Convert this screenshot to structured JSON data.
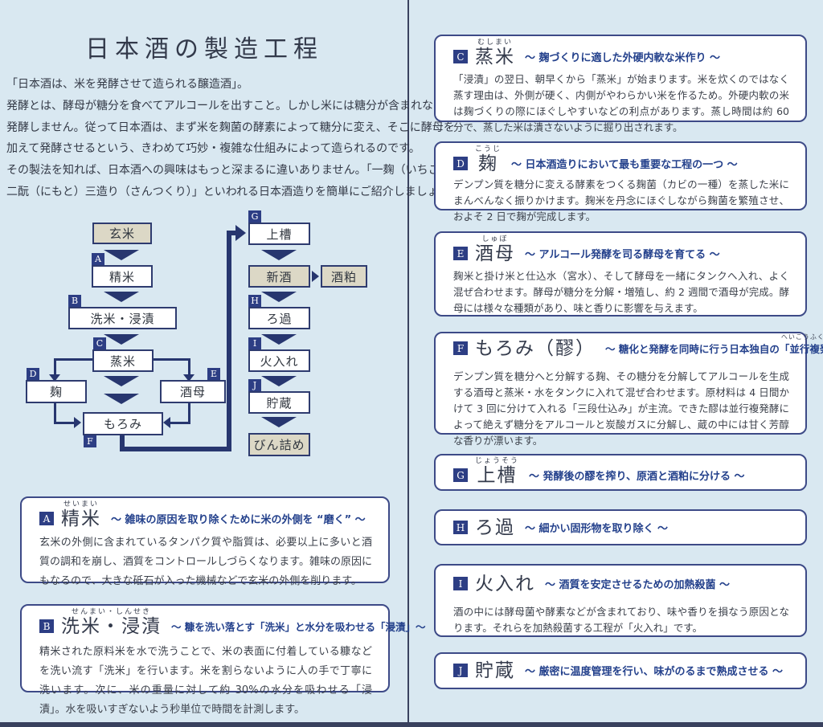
{
  "colors": {
    "background": "#d9e8f1",
    "flow_navy": "#27366f",
    "badge_navy": "#2d3e84",
    "beige_box": "#dcd8c6",
    "card_border": "#3d4a87",
    "subtitle_blue": "#24418c"
  },
  "title": "日本酒の製造工程",
  "intro": {
    "lines": [
      "「日本酒は、米を発酵させて造られる醸造酒」。",
      "発酵とは、酵母が糖分を食べてアルコールを出すこと。しかし米には糖分が含まれないため",
      "発酵しません。従って日本酒は、まず米を麹菌の酵素によって糖分に変え、そこに酵母を",
      "加えて発酵させるという、きわめて巧妙・複雑な仕組みによって造られるのです。",
      "その製法を知れば、日本酒への興味はもっと深まるに違いありません。「一麹（いちこうじ）",
      "二酛（にもと）三造り（さんつくり）」といわれる日本酒造りを簡単にご紹介しましょう。"
    ]
  },
  "flow": {
    "nodes": {
      "genmai": "玄米",
      "seimai": "精米",
      "senmai_shinseki": "洗米・浸漬",
      "mushimai": "蒸米",
      "koji": "麹",
      "shubo": "酒母",
      "moromi": "もろみ",
      "joso": "上槽",
      "shinshu": "新酒",
      "sakekasu": "酒粕",
      "roka": "ろ過",
      "hiire": "火入れ",
      "chozo": "貯蔵",
      "binzume": "びん詰め"
    },
    "badges": {
      "A": "A",
      "B": "B",
      "C": "C",
      "D": "D",
      "E": "E",
      "F": "F",
      "G": "G",
      "H": "H",
      "I": "I",
      "J": "J"
    }
  },
  "sections": [
    {
      "letter": "A",
      "furigana": "せいまい",
      "title": "精米",
      "subtitle": "～ 雑味の原因を取り除くために米の外側を “磨く” ～",
      "body": "玄米の外側に含まれているタンパク質や脂質は、必要以上に多いと酒質の調和を崩し、酒質をコントロールしづらくなります。雑味の原因にもなるので、大きな砥石が入った機械などで玄米の外側を削ります。"
    },
    {
      "letter": "B",
      "furigana": "せんまい・しんせき",
      "title": "洗米・浸漬",
      "subtitle": "～ 糠を洗い落とす「洗米」と水分を吸わせる「浸漬」～",
      "body": "精米された原料米を水で洗うことで、米の表面に付着している糠などを洗い流す「洗米」を行います。米を割らないように人の手で丁寧に洗います。次に、米の重量に対して約 30%の水分を吸わせる「浸漬」。水を吸いすぎないよう秒単位で時間を計測します。"
    },
    {
      "letter": "C",
      "furigana": "むしまい",
      "title": "蒸米",
      "subtitle": "～ 麹づくりに適した外硬内軟な米作り ～",
      "body": "「浸漬」の翌日、朝早くから「蒸米」が始まります。米を炊くのではなく蒸す理由は、外側が硬く、内側がやわらかい米を作るため。外硬内軟の米は麹づくりの際にほぐしやすいなどの利点があります。蒸し時間は約 60 分で、蒸した米は潰さないように掘り出されます。"
    },
    {
      "letter": "D",
      "furigana": "こうじ",
      "title": "麹",
      "subtitle": "～ 日本酒造りにおいて最も重要な工程の一つ ～",
      "body": "デンプン質を糖分に変える酵素をつくる麹菌（カビの一種）を蒸した米にまんべんなく振りかけます。麹米を丹念にほぐしながら麹菌を繁殖させ、およそ 2 日で麹が完成します。"
    },
    {
      "letter": "E",
      "furigana": "しゅぼ",
      "title": "酒母",
      "subtitle": "～ アルコール発酵を司る酵母を育てる ～",
      "body": "麹米と掛け米と仕込水（宮水）、そして酵母を一緒にタンクへ入れ、よく混ぜ合わせます。酵母が糖分を分解・増殖し、約 2 週間で酒母が完成。酵母には様々な種類があり、味と香りに影響を与えます。"
    },
    {
      "letter": "F",
      "furigana": "",
      "title": "もろみ（醪）",
      "subtitle": "～ 糖化と発酵を同時に行う日本独自の「並行複発酵」～",
      "subtitle_furigana": "へいこうふくはっこう",
      "body": "デンプン質を糖分へと分解する麹、その糖分を分解してアルコールを生成する酒母と蒸米・水をタンクに入れて混ぜ合わせます。原材料は 4 日間かけて 3 回に分けて入れる「三段仕込み」が主流。できた醪は並行複発酵によって絶えず糖分をアルコールと炭酸ガスに分解し、蔵の中には甘く芳醇な香りが漂います。"
    },
    {
      "letter": "G",
      "furigana": "じょうそう",
      "title": "上槽",
      "subtitle": "～ 発酵後の醪を搾り、原酒と酒粕に分ける ～",
      "body": ""
    },
    {
      "letter": "H",
      "furigana": "",
      "title": "ろ過",
      "subtitle": "～ 細かい固形物を取り除く ～",
      "body": ""
    },
    {
      "letter": "I",
      "furigana": "",
      "title": "火入れ",
      "subtitle": "～ 酒質を安定させるための加熱殺菌 ～",
      "body": "酒の中には酵母菌や酵素などが含まれており、味や香りを損なう原因となります。それらを加熱殺菌する工程が「火入れ」です。"
    },
    {
      "letter": "J",
      "furigana": "",
      "title": "貯蔵",
      "subtitle": "～ 厳密に温度管理を行い、味がのるまで熟成させる ～",
      "body": ""
    }
  ]
}
